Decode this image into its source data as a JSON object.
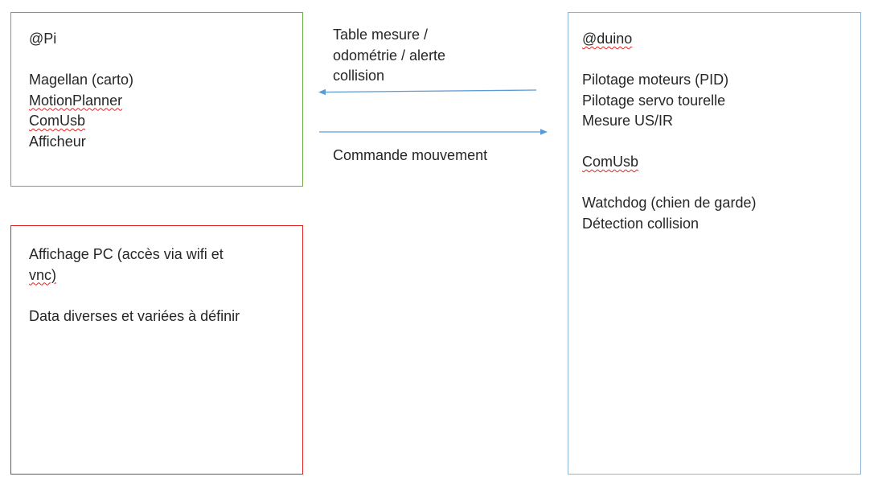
{
  "colors": {
    "pi_border": "#70ad47",
    "pc_border": "#e02424",
    "duino_border": "#8eb4d9",
    "arrow": "#5b9bd5",
    "spellcheck": "#e02424"
  },
  "pi_box": {
    "title": "@Pi",
    "items": [
      "Magellan (carto)",
      "MotionPlanner",
      "ComUsb",
      "Afficheur"
    ]
  },
  "pc_box": {
    "line1": "Affichage PC (accès via wifi et",
    "line2": "vnc)",
    "line3": "Data diverses et variées à définir"
  },
  "duino_box": {
    "title": "@duino",
    "items_a": [
      "Pilotage moteurs (PID)",
      "Pilotage servo tourelle",
      "Mesure US/IR"
    ],
    "comusb": "ComUsb",
    "items_b": [
      "Watchdog (chien de garde)",
      "Détection collision"
    ]
  },
  "arrow_labels": {
    "to_pi": [
      "Table mesure /",
      "odométrie / alerte",
      "collision"
    ],
    "to_duino": "Commande mouvement"
  }
}
